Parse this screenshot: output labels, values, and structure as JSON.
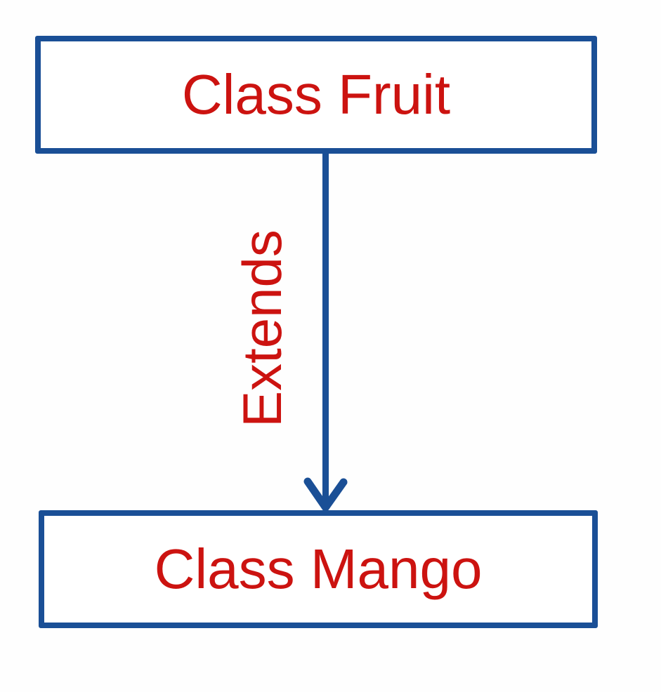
{
  "diagram": {
    "type": "class-inheritance",
    "colors": {
      "node_border_blue": "#1a4f96",
      "label_red": "#cc1310",
      "background": "#fefefe"
    },
    "nodes": [
      {
        "id": "fruit",
        "label": "Class Fruit"
      },
      {
        "id": "mango",
        "label": "Class Mango"
      }
    ],
    "edge": {
      "from": "fruit",
      "to": "mango",
      "label": "Extends",
      "direction": "down",
      "style": "open-v-arrowhead"
    }
  }
}
